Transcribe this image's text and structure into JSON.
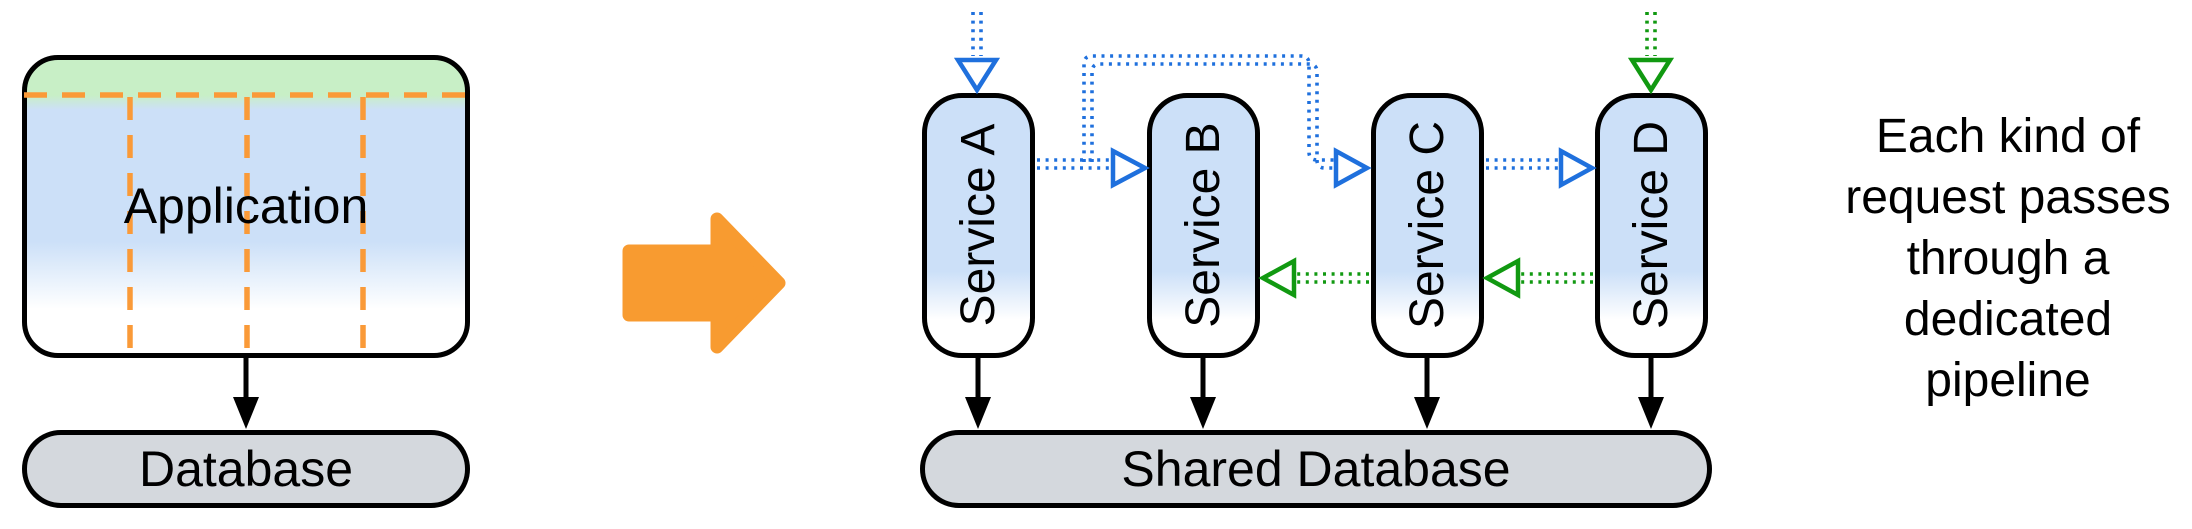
{
  "colors": {
    "pipeline_blue": "#1f70dd",
    "pipeline_green": "#119911",
    "transform_arrow_orange": "#f89b30",
    "divider_dash_orange": "#fa9a38",
    "box_fill_blue": "#cce0f8",
    "box_fill_green": "#c8efc6",
    "database_fill_gray": "#d4d8dd",
    "outline_black": "#000000"
  },
  "monolith": {
    "application_label": "Application",
    "database_label": "Database"
  },
  "microservices": {
    "service_labels": [
      "Service A",
      "Service B",
      "Service C",
      "Service D"
    ],
    "shared_database_label": "Shared Database"
  },
  "caption": {
    "lines": [
      "Each kind of",
      "request passes",
      "through a",
      "dedicated",
      "pipeline"
    ]
  },
  "flows": {
    "blue_pipeline": [
      "in → Service A",
      "Service A → Service B",
      "Service A → Service C",
      "Service C → Service D"
    ],
    "green_pipeline": [
      "in → Service D",
      "Service D → Service C",
      "Service C → Service B"
    ],
    "database_links": [
      "Application → Database",
      "Service A → Shared Database",
      "Service B → Shared Database",
      "Service C → Shared Database",
      "Service D → Shared Database"
    ]
  }
}
